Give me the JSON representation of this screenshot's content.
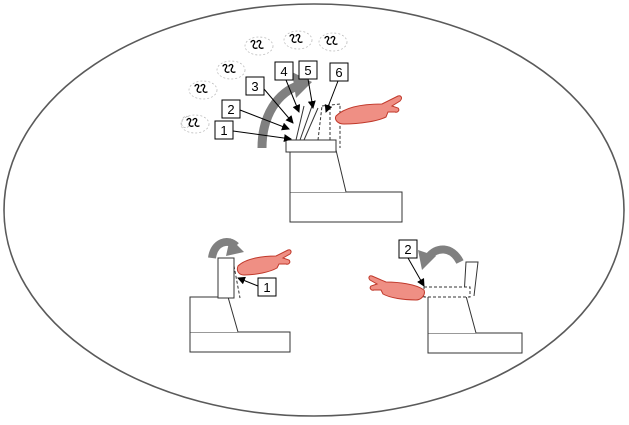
{
  "diagram": {
    "top_labels": [
      "1",
      "2",
      "3",
      "4",
      "5",
      "6"
    ],
    "bottom_left_label": "1",
    "bottom_right_label": "2"
  },
  "colors": {
    "outline": "#5a5a5a",
    "line": "#333333",
    "arrow_gray": "#808080",
    "hand_fill": "#ef8f84",
    "hand_stroke": "#c0392b",
    "background": "#ffffff"
  },
  "icons": {
    "squiggle": "squiggle-icon",
    "hand": "hand-icon",
    "curved_arrow": "curved-arrow-icon"
  }
}
